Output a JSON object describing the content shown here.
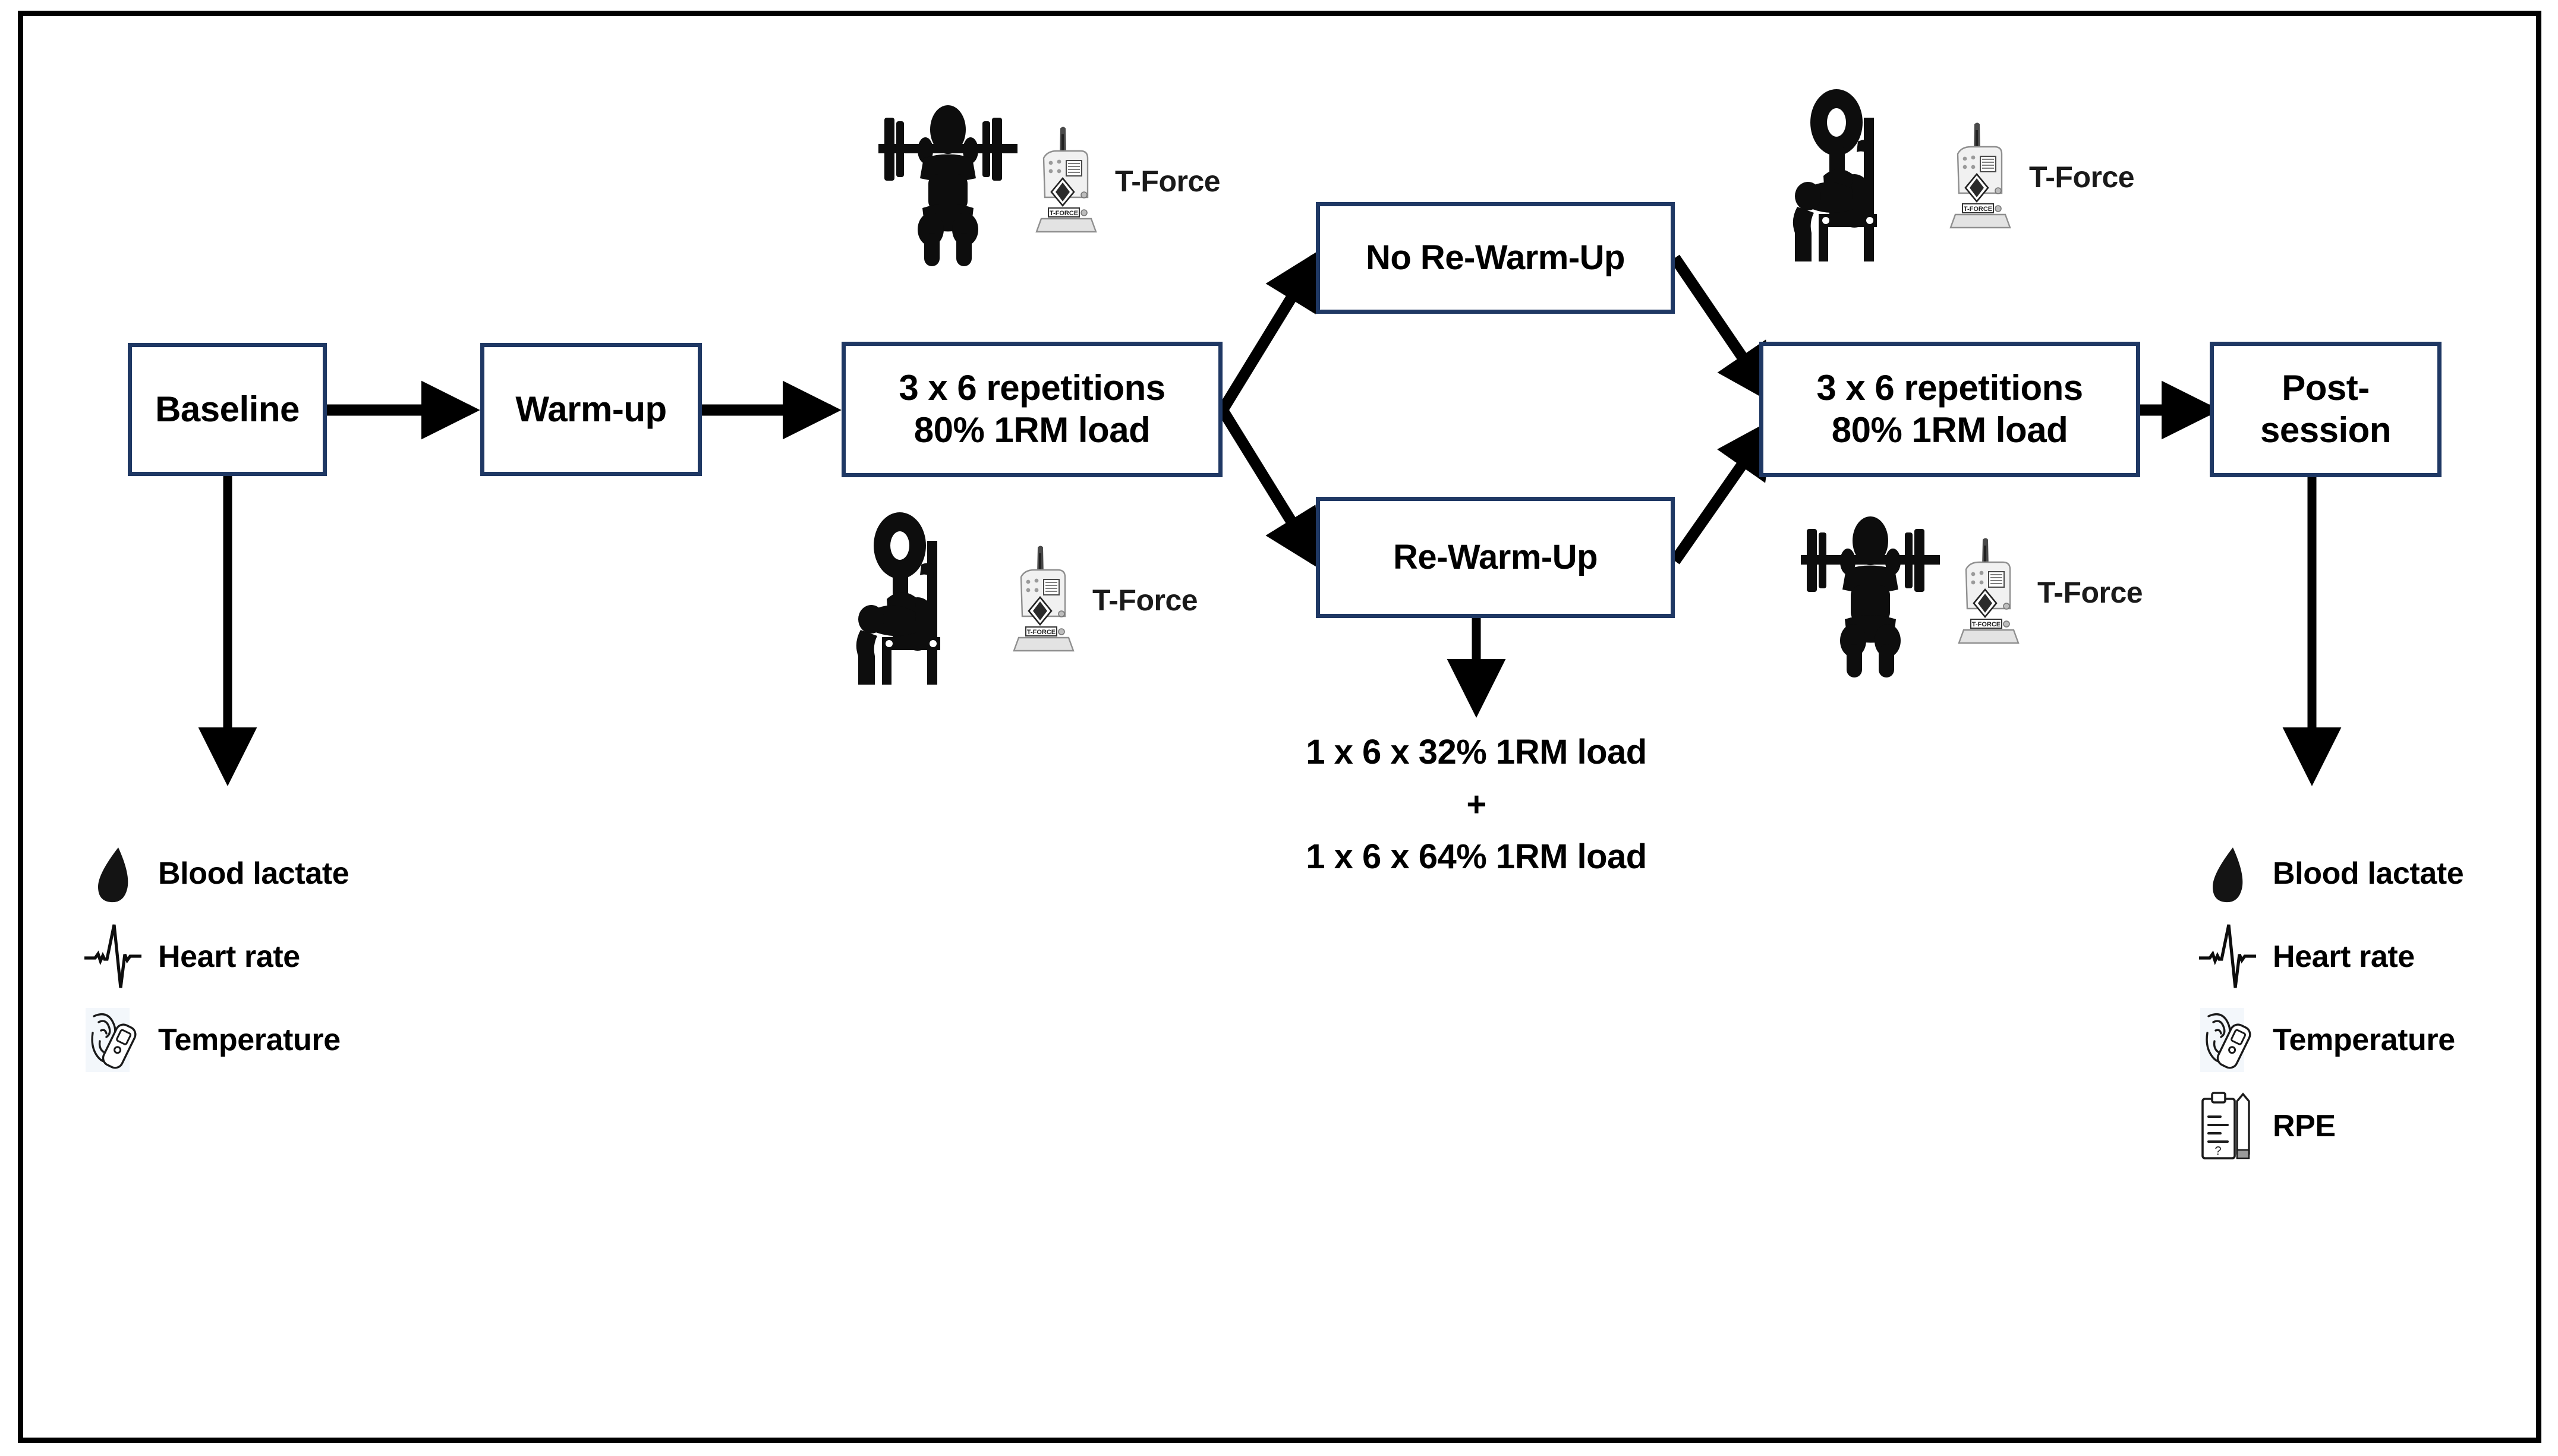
{
  "figure": {
    "kind": "experimental-protocol-flow-diagram",
    "frame_color": "#000000",
    "box_border_color": "#1f3864",
    "arrow_color": "#000000",
    "background": "#ffffff"
  },
  "flow": {
    "baseline": {
      "label": "Baseline"
    },
    "warmup": {
      "label": "Warm-up"
    },
    "first_block": {
      "line1": "3 x 6 repetitions",
      "line2": "80% 1RM load"
    },
    "no_rewarmup": {
      "label": "No Re-Warm-Up"
    },
    "rewarmup": {
      "label": "Re-Warm-Up"
    },
    "second_block": {
      "line1": "3 x 6 repetitions",
      "line2": "80% 1RM load"
    },
    "post_session": {
      "line1": "Post-",
      "line2": "session"
    }
  },
  "rewarmup_protocol": {
    "line1": "1 x 6 x 32% 1RM load",
    "line2": "+",
    "line3": "1 x 6 x 64% 1RM load"
  },
  "devices": {
    "tforce_label": "T-Force",
    "entries": [
      {
        "id": "first-block-squat",
        "exercise": "squat",
        "label": "T-Force"
      },
      {
        "id": "first-block-bench-press",
        "exercise": "bench-press",
        "label": "T-Force"
      },
      {
        "id": "second-block-bench-press",
        "exercise": "bench-press",
        "label": "T-Force"
      },
      {
        "id": "second-block-squat",
        "exercise": "squat",
        "label": "T-Force"
      }
    ]
  },
  "measurements": {
    "baseline": [
      {
        "icon": "blood-drop-icon",
        "label": "Blood lactate"
      },
      {
        "icon": "heart-rate-ecg-icon",
        "label": "Heart rate"
      },
      {
        "icon": "ear-thermometer-icon",
        "label": "Temperature"
      }
    ],
    "post_session": [
      {
        "icon": "blood-drop-icon",
        "label": "Blood lactate"
      },
      {
        "icon": "heart-rate-ecg-icon",
        "label": "Heart rate"
      },
      {
        "icon": "ear-thermometer-icon",
        "label": "Temperature"
      },
      {
        "icon": "clipboard-pencil-icon",
        "label": "RPE"
      }
    ]
  }
}
